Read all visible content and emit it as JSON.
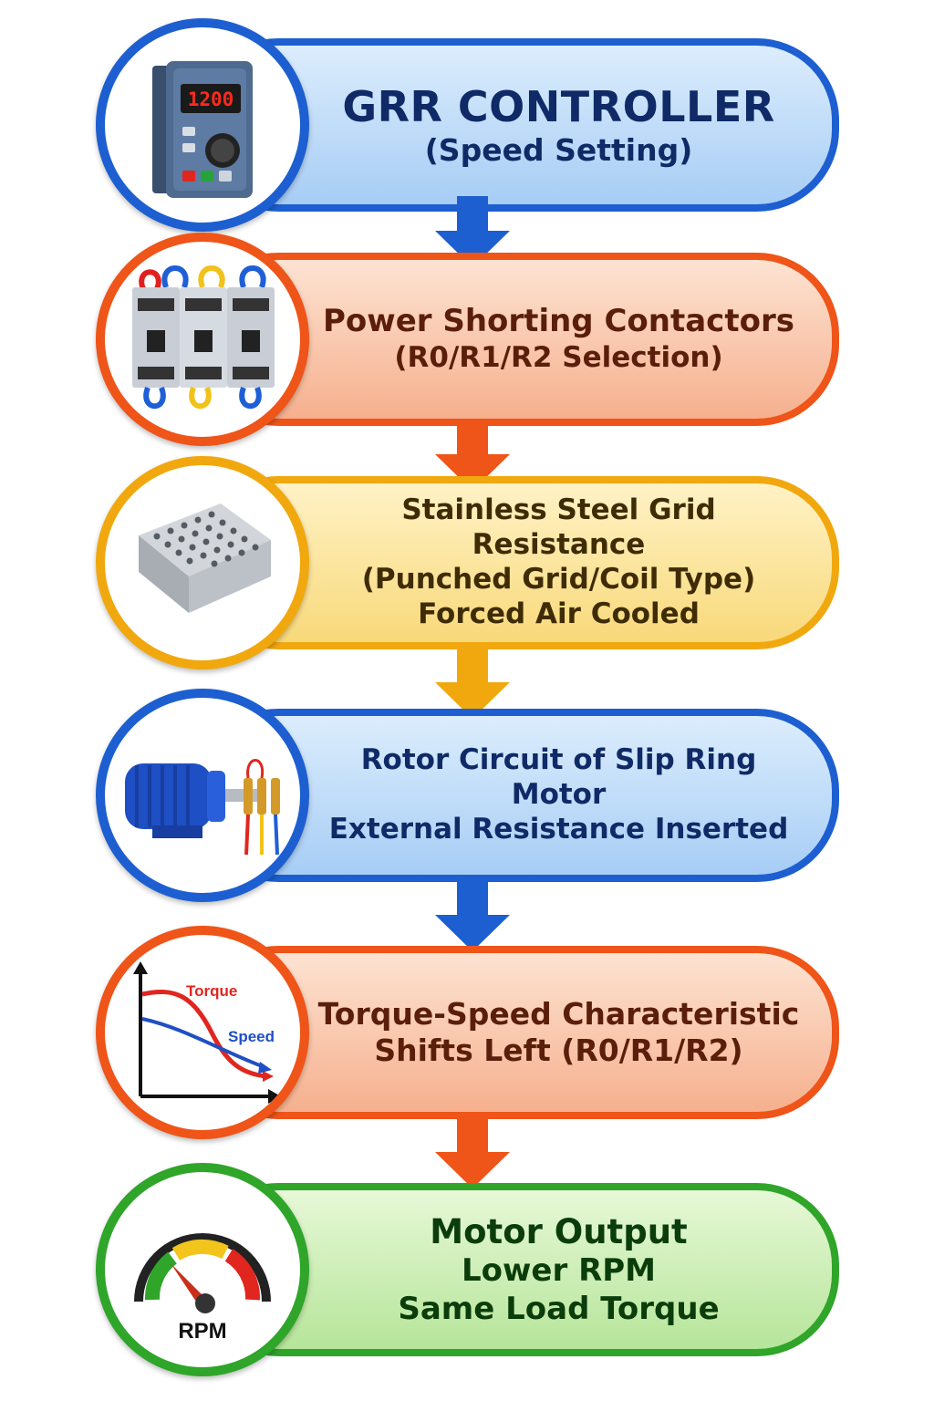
{
  "colors": {
    "blue": "#1d5fd1",
    "orange": "#ef5418",
    "yellow": "#f1a80e",
    "green": "#2fa52a"
  },
  "steps": [
    {
      "icon": "controller-icon",
      "lines": [
        "GRR CONTROLLER",
        "(Speed Setting)"
      ],
      "display_value": "1200"
    },
    {
      "icon": "contactors-icon",
      "lines": [
        "Power Shorting Contactors",
        "(R0/R1/R2 Selection)"
      ]
    },
    {
      "icon": "grid-resistor-icon",
      "lines": [
        "Stainless Steel Grid Resistance",
        "(Punched Grid/Coil Type)",
        "Forced Air Cooled"
      ]
    },
    {
      "icon": "slip-ring-motor-icon",
      "lines": [
        "Rotor Circuit of Slip Ring Motor",
        "External Resistance Inserted"
      ]
    },
    {
      "icon": "torque-speed-graph-icon",
      "lines": [
        "Torque-Speed Characteristic",
        "Shifts Left (R0/R1/R2)"
      ],
      "graph_labels": {
        "torque": "Torque",
        "speed": "Speed"
      }
    },
    {
      "icon": "rpm-gauge-icon",
      "lines": [
        "Motor Output",
        "Lower RPM",
        "Same Load Torque"
      ],
      "gauge_label": "RPM"
    }
  ]
}
